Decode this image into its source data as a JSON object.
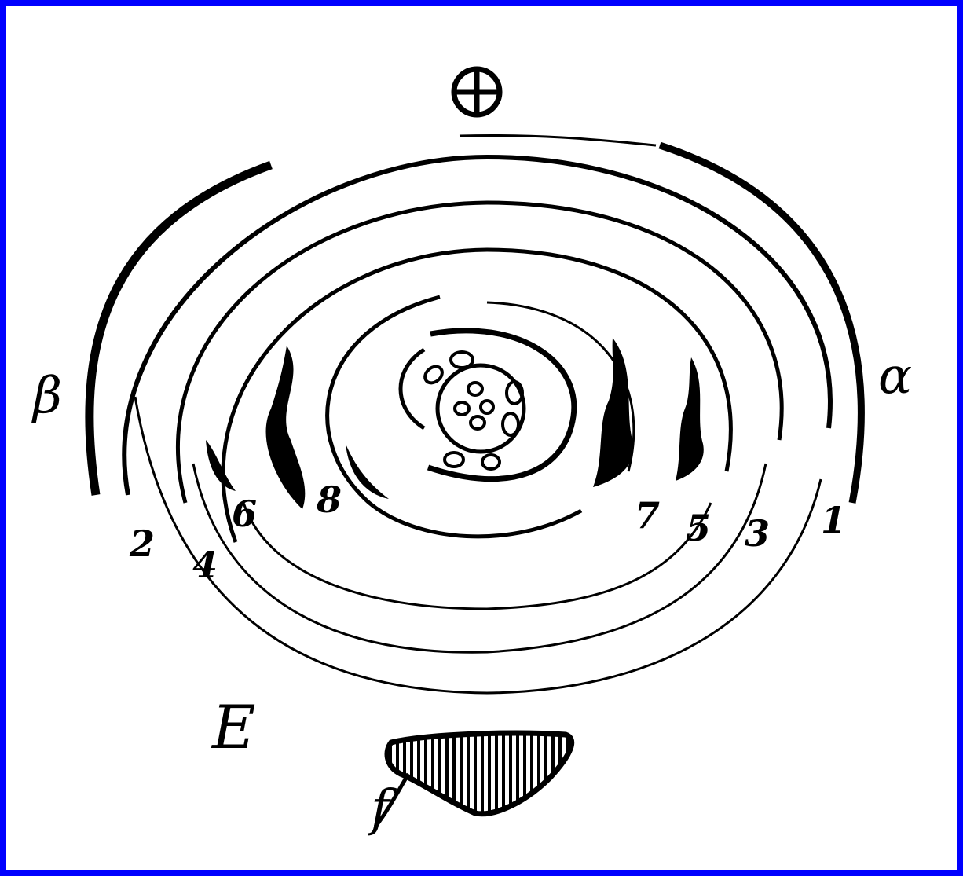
{
  "figure": {
    "symbol_top": "⊕",
    "label_alpha": "α",
    "label_beta": "β",
    "label_E": "E",
    "label_f": "f",
    "numbers": [
      "1",
      "2",
      "3",
      "4",
      "5",
      "6",
      "7",
      "8"
    ]
  },
  "colors": {
    "border": "#0000ff",
    "background": "#ffffff",
    "ink": "#000000"
  }
}
